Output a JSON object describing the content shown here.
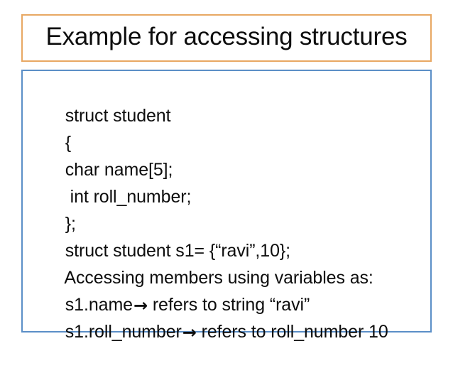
{
  "slide": {
    "title": {
      "text": "Example for accessing structures",
      "border_color": "#E8A863"
    },
    "body": {
      "border_color": "#5B8FC7",
      "lines": [
        {
          "before": "struct student",
          "arrow": "",
          "after": ""
        },
        {
          "before": "{",
          "arrow": "",
          "after": ""
        },
        {
          "before": "char name[5];",
          "arrow": "",
          "after": ""
        },
        {
          "before": " int roll_number;",
          "arrow": "",
          "after": ""
        },
        {
          "before": "};",
          "arrow": "",
          "after": ""
        },
        {
          "before": "struct student s1= {“ravi”,10};",
          "arrow": "",
          "after": ""
        },
        {
          "before": "Accessing members using variables as:",
          "arrow": "",
          "after": ""
        },
        {
          "before": "s1.name",
          "arrow": "→",
          "after": " refers to string “ravi”"
        },
        {
          "before": "s1.roll_number",
          "arrow": "→",
          "after": " refers to roll_number 10"
        }
      ]
    }
  }
}
